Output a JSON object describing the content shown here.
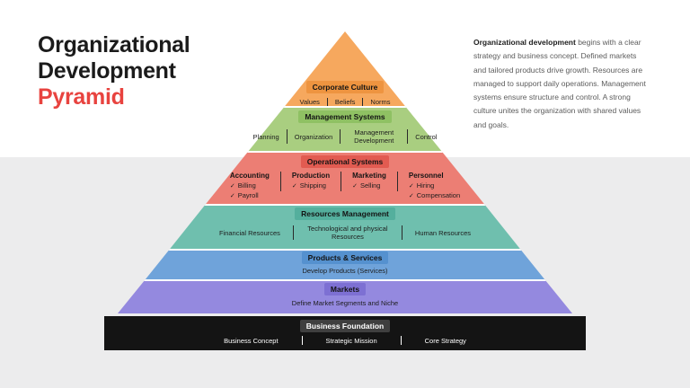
{
  "slide": {
    "title": {
      "line1": "Organizational",
      "line2": "Development",
      "accent": "Pyramid",
      "accent_color": "#E8433F"
    },
    "description": {
      "lead": "Organizational development",
      "body": " begins with a clear strategy and business concept. Defined markets and tailored products drive growth. Resources are managed to support daily operations. Management systems ensure structure and control. A strong culture unites the organization with shared values and goals."
    }
  },
  "pyramid": {
    "check_icon": "✓",
    "layers": [
      {
        "title": "Corporate Culture",
        "color": "#F6A85E",
        "chip_color": "#EE9440",
        "items": [
          "Values",
          "Beliefs",
          "Norms"
        ]
      },
      {
        "title": "Management Systems",
        "color": "#A9CE80",
        "chip_color": "#8FC163",
        "items": [
          "Planning",
          "Organization",
          "Management Development",
          "Control"
        ]
      },
      {
        "title": "Operational Systems",
        "color": "#EC7E74",
        "chip_color": "#E25B51",
        "columns": [
          {
            "heading": "Accounting",
            "checks": [
              "Billing",
              "Payroll"
            ]
          },
          {
            "heading": "Production",
            "checks": [
              "Shipping"
            ]
          },
          {
            "heading": "Marketing",
            "checks": [
              "Selling"
            ]
          },
          {
            "heading": "Personnel",
            "checks": [
              "Hiring",
              "Compensation"
            ]
          }
        ]
      },
      {
        "title": "Resources Management",
        "color": "#6FBFAE",
        "chip_color": "#54AF9D",
        "items": [
          "Financial Resources",
          "Technological and physical Resources",
          "Human Resources"
        ]
      },
      {
        "title": "Products & Services",
        "color": "#6FA3DA",
        "chip_color": "#5591CF",
        "items": [
          "Develop Products (Services)"
        ]
      },
      {
        "title": "Markets",
        "color": "#9489DF",
        "chip_color": "#7D70D3",
        "items": [
          "Define Market Segments and Niche"
        ]
      },
      {
        "title": "Business Foundation",
        "color": "#141414",
        "chip_color": "#3F3F3F",
        "items": [
          "Business Concept",
          "Strategic Mission",
          "Core Strategy"
        ]
      }
    ]
  }
}
